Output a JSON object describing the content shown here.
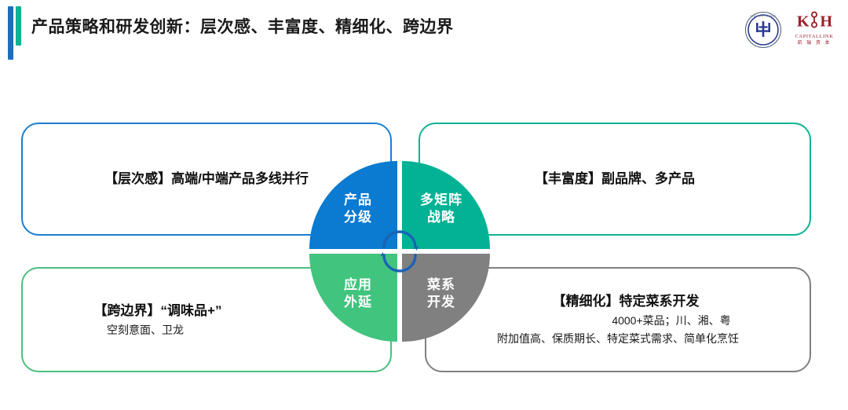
{
  "header": {
    "title": "产品策略和研发创新：层次感、丰富度、精细化、跨边界",
    "accent_blue": "#1b6fc0",
    "accent_teal": "#0fb294"
  },
  "logos": {
    "seal": {
      "name": "university-seal-logo",
      "color": "#2b3a8f"
    },
    "capitallink": {
      "mark": "K",
      "name": "CAPITALLINK",
      "chinese": "凯 瑞 资 本",
      "color": "#9e1f28"
    }
  },
  "wheel": {
    "center_icon": "recycle-cycle-icon",
    "center_icon_color": "#1b63b5",
    "quadrants": [
      {
        "id": "q1",
        "line1": "产品",
        "line2": "分级",
        "color": "#0b7ad1"
      },
      {
        "id": "q2",
        "line1": "多矩阵",
        "line2": "战略",
        "color": "#02b294"
      },
      {
        "id": "q3",
        "line1": "应用",
        "line2": "外延",
        "color": "#41c47e"
      },
      {
        "id": "q4",
        "line1": "菜系",
        "line2": "开发",
        "color": "#808080"
      }
    ]
  },
  "panels": {
    "top_left": {
      "heading": "【层次感】高端/中端产品多线并行",
      "sublines": [],
      "border_color": "#1b7fd0"
    },
    "top_right": {
      "heading": "【丰富度】副品牌、多产品",
      "sublines": [],
      "border_color": "#0fb294"
    },
    "bottom_left": {
      "heading": "【跨边界】“调味品+”",
      "sublines": [
        "空刻意面、卫龙"
      ],
      "border_color": "#4cbf7e"
    },
    "bottom_right": {
      "heading": "【精细化】特定菜系开发",
      "sublines": [
        "4000+菜品；川、湘、粤",
        "附加值高、保质期长、特定菜式需求、简单化烹饪"
      ],
      "border_color": "#808080"
    }
  }
}
